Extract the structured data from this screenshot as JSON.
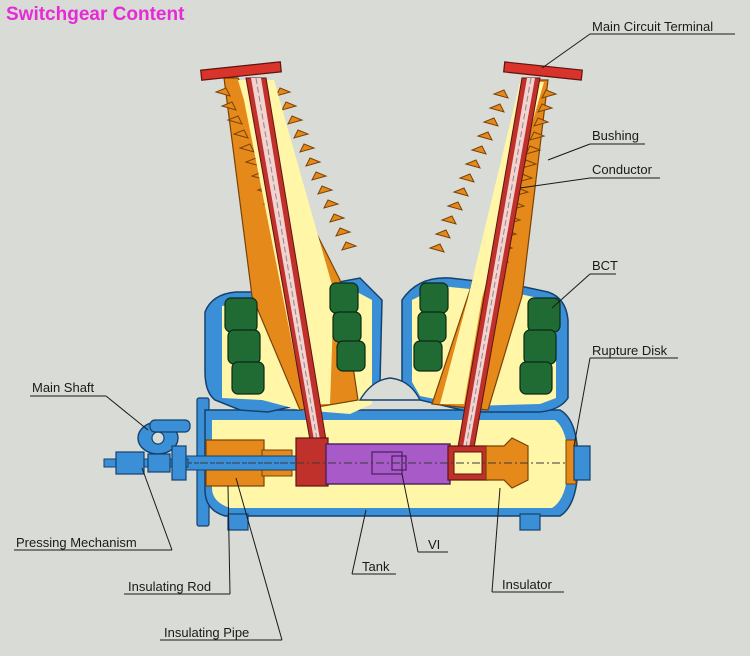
{
  "title": "Switchgear Content",
  "labels": {
    "main_circuit_terminal": "Main Circuit Terminal",
    "bushing": "Bushing",
    "conductor": "Conductor",
    "bct": "BCT",
    "rupture_disk": "Rupture Disk",
    "main_shaft": "Main Shaft",
    "pressing_mechanism": "Pressing Mechanism",
    "insulating_rod": "Insulating Rod",
    "insulating_pipe": "Insulating Pipe",
    "tank": "Tank",
    "vi": "VI",
    "insulator": "Insulator"
  },
  "colors": {
    "background": "#d9dbd6",
    "title": "#e62ad6",
    "tank": "#3a8fd6",
    "insulation_fill": "#fff6a8",
    "bushing": "#e58a1a",
    "conductor": "#c0312b",
    "terminal": "#d8342b",
    "bct": "#1f6b33",
    "vi": "#a85ac8"
  }
}
